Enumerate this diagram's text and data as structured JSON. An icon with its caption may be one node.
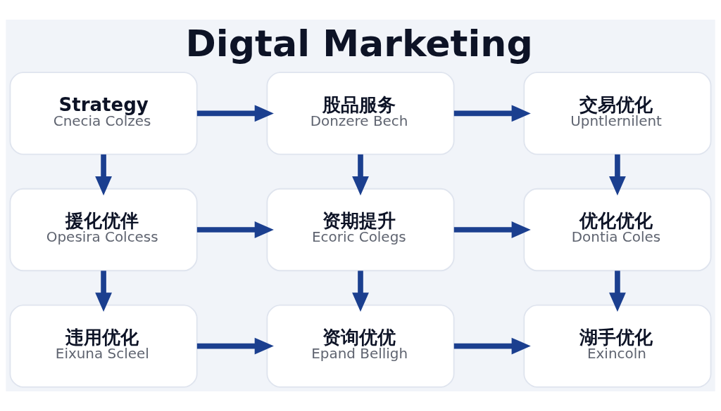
{
  "diagram": {
    "title": "Digtal Marketing",
    "nodes": [
      {
        "text": [
          "Strategy",
          "Cnecia Colzes"
        ]
      },
      {
        "text": [
          "股品服务",
          "Donzere Bech"
        ]
      },
      {
        "text": [
          "交易优化",
          "Upntlernilent"
        ]
      },
      {
        "text": [
          "援化优伴",
          "Opesira Colcess"
        ]
      },
      {
        "text": [
          "资期提升",
          "Ecoric Colegs"
        ]
      },
      {
        "text": [
          "优化优化",
          "Dontia Coles"
        ]
      },
      {
        "text": [
          "违用优化",
          "Eixuna Scleel"
        ]
      },
      {
        "text": [
          "资询优优",
          "Epand Belligh"
        ]
      },
      {
        "text": [
          "湖手优化",
          "Exincoln"
        ]
      }
    ],
    "edges": [
      {
        "from": 0,
        "to": 1,
        "arrow": "to"
      },
      {
        "from": 1,
        "to": 2,
        "arrow": "to"
      },
      {
        "from": 0,
        "to": 3,
        "arrow": "to"
      },
      {
        "from": 1,
        "to": 4,
        "arrow": "to"
      },
      {
        "from": 2,
        "to": 5,
        "arrow": "to"
      },
      {
        "from": 3,
        "to": 4,
        "arrow": "to"
      },
      {
        "from": 4,
        "to": 5,
        "arrow": "to"
      },
      {
        "from": 3,
        "to": 6,
        "arrow": "to"
      },
      {
        "from": 4,
        "to": 7,
        "arrow": "to"
      },
      {
        "from": 5,
        "to": 8,
        "arrow": "to"
      },
      {
        "from": 6,
        "to": 7,
        "arrow": "to"
      },
      {
        "from": 7,
        "to": 8,
        "arrow": "to"
      }
    ]
  }
}
